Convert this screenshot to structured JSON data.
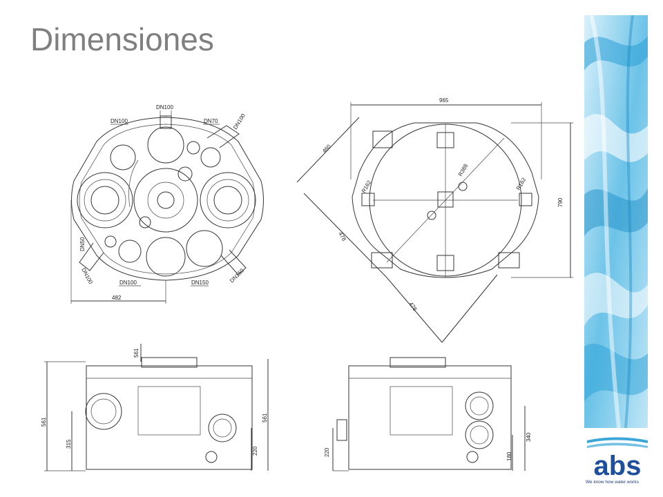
{
  "slide": {
    "title": "Dimensiones"
  },
  "brand": {
    "logo_text": "abs",
    "tagline": "We know how water works",
    "color": "#1d4f9c",
    "water_color": "#3aa7d8"
  },
  "top_left_view": {
    "labels": {
      "dn100_top": "DN100",
      "dn100_left": "DN100",
      "dn70": "DN70",
      "dn100_right": "DN100",
      "dn50": "DN50",
      "dn100_bl": "DN100",
      "dn100_bottom": "DN100",
      "dn150_bottom": "DN150",
      "dn150_right": "DN150",
      "width": "482"
    }
  },
  "top_right_view": {
    "labels": {
      "width": "965",
      "diag_a": "460",
      "diag_b": "478",
      "diag_c": "478",
      "height": "790",
      "r_left": "R162",
      "r_right": "R162",
      "r_center": "R388"
    }
  },
  "front_left_view": {
    "labels": {
      "total_left": "561",
      "total_top": "561",
      "total_right": "561",
      "inlet": "315",
      "outlet": "220"
    }
  },
  "front_right_view": {
    "labels": {
      "left": "220",
      "right_upper": "340",
      "right_lower": "180"
    }
  }
}
